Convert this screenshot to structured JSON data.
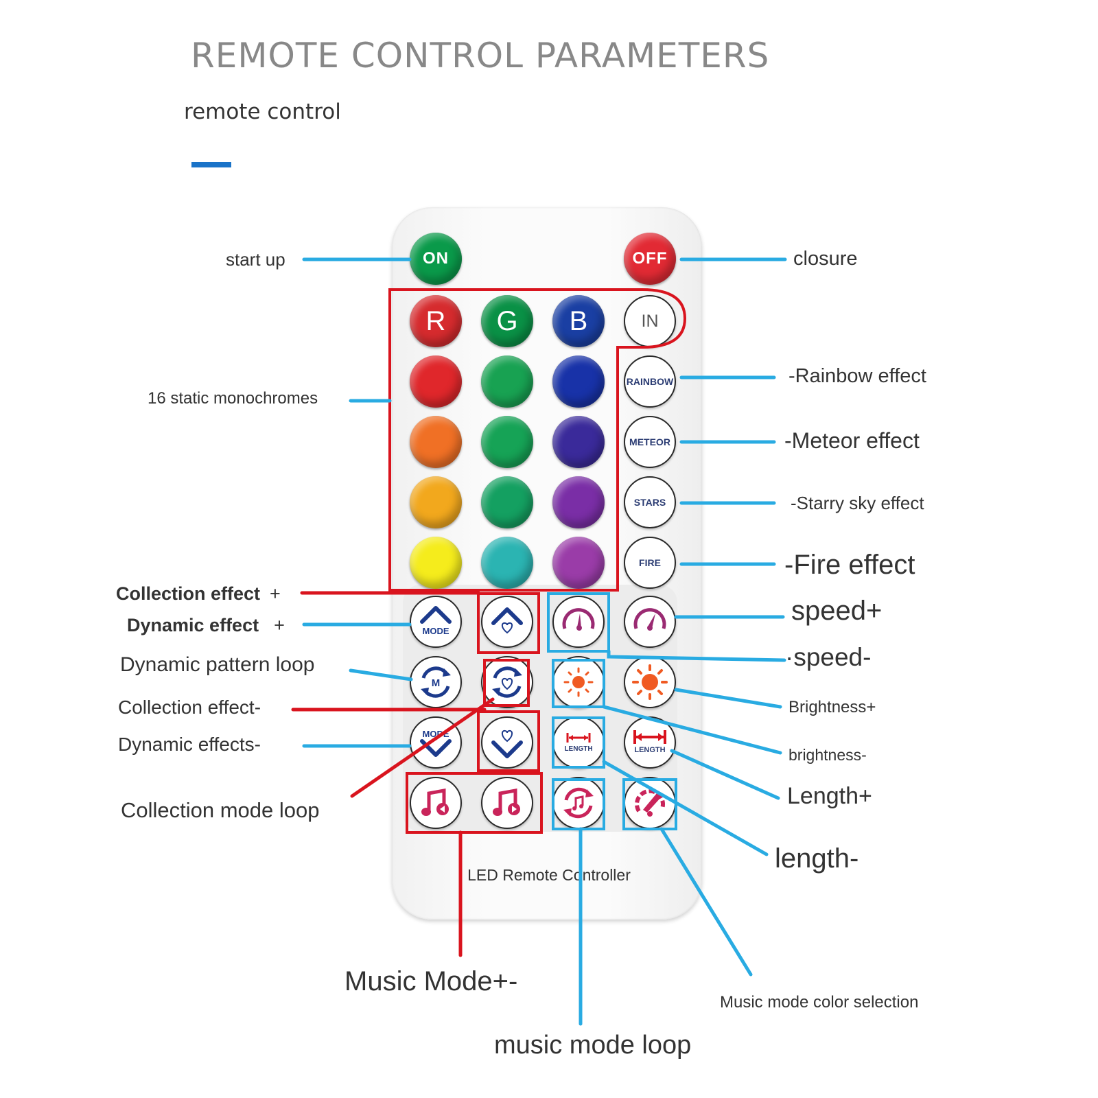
{
  "header": {
    "title": "REMOTE CONTROL PARAMETERS",
    "subtitle": "remote control"
  },
  "colors": {
    "accent": "#1a73c8",
    "callout_blue": "#29abe2",
    "callout_red": "#d9141e",
    "icon_navy": "#1c3a8c",
    "icon_magenta": "#9a2a72",
    "icon_orange": "#f05a22",
    "icon_red": "#d9141e",
    "icon_pink": "#c9245a"
  },
  "remote": {
    "label": "LED Remote Controller",
    "on_label": "ON",
    "off_label": "OFF",
    "r_label": "R",
    "g_label": "G",
    "b_label": "B",
    "in_label": "IN",
    "rainbow_label": "RAINBOW",
    "meteor_label": "METEOR",
    "stars_label": "STARS",
    "fire_label": "FIRE",
    "mode_label": "MODE",
    "m_label": "M",
    "length_label": "LENGTH",
    "color_rows": [
      [
        "#d62b2e",
        "#0a9146",
        "#1a3fa3"
      ],
      [
        "#e0272b",
        "#18a252",
        "#1832a8"
      ],
      [
        "#f07025",
        "#16a356",
        "#3a2a9a"
      ],
      [
        "#f2a81d",
        "#14a061",
        "#7a2ea6"
      ],
      [
        "#f5ec1c",
        "#2bb4b2",
        "#9a3ca8"
      ]
    ],
    "on_color": "#0a9a4a",
    "off_color": "#e22a34"
  },
  "annotations": {
    "start_up": "start up",
    "closure": "closure",
    "static_mono": "16 static monochromes",
    "rainbow": "-Rainbow effect",
    "meteor": "-Meteor effect",
    "starry": "-Starry sky effect",
    "fire": "-Fire effect",
    "collection_plus": "Collection effect",
    "collection_plus_sign": "+",
    "dynamic_plus": "Dynamic effect",
    "dynamic_plus_sign": "+",
    "pattern_loop": "Dynamic pattern loop",
    "collection_minus": "Collection effect-",
    "dynamic_minus": "Dynamic effects-",
    "collection_loop": "Collection mode loop",
    "speed_plus": "speed+",
    "speed_minus": "·speed-",
    "brightness_plus": "Brightness+",
    "brightness_minus": "brightness-",
    "length_plus": "Length+",
    "length_minus": "length-",
    "music_mode": "Music Mode+-",
    "music_color": "Music mode color selection",
    "music_loop": "music mode loop"
  }
}
